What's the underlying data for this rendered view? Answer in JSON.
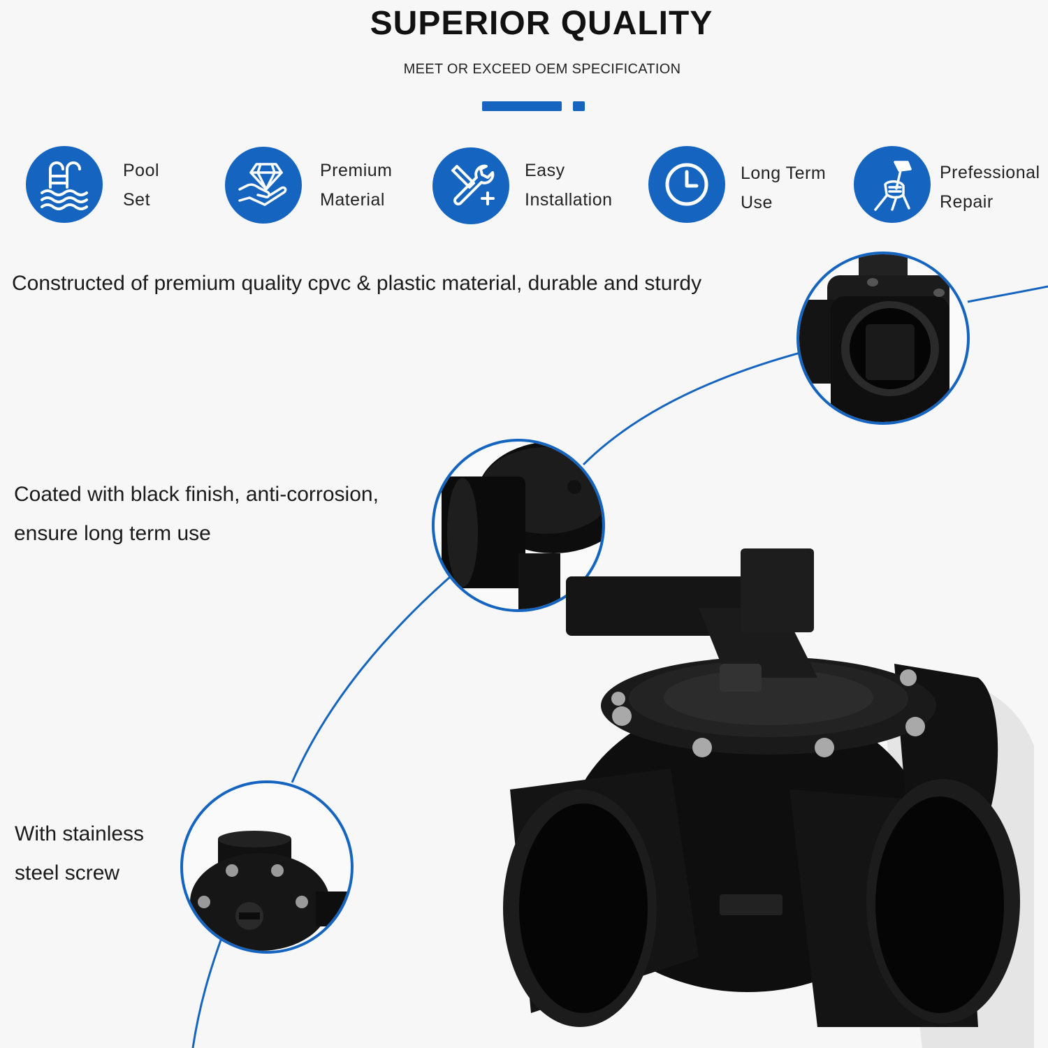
{
  "header": {
    "title": "SUPERIOR QUALITY",
    "subtitle": "MEET OR EXCEED OEM SPECIFICATION"
  },
  "features": [
    {
      "line1": "Pool",
      "line2": "Set",
      "icon": "pool-icon"
    },
    {
      "line1": "Premium",
      "line2": "Material",
      "icon": "diamond-hand-icon"
    },
    {
      "line1": "Easy",
      "line2": "Installation",
      "icon": "tools-icon"
    },
    {
      "line1": "Long Term",
      "line2": "Use",
      "icon": "clock-icon"
    },
    {
      "line1": "Prefessional",
      "line2": "Repair",
      "icon": "hammer-fist-icon"
    }
  ],
  "descriptions": {
    "material": "Constructed of premium quality cpvc & plastic material, durable and sturdy",
    "finish_line1": "Coated with black finish, anti-corrosion,",
    "finish_line2": "ensure long term use",
    "screw_line1": "With stainless",
    "screw_line2": "steel screw"
  },
  "colors": {
    "accent": "#1565c0",
    "background": "#f7f7f7",
    "product": "#111111"
  }
}
